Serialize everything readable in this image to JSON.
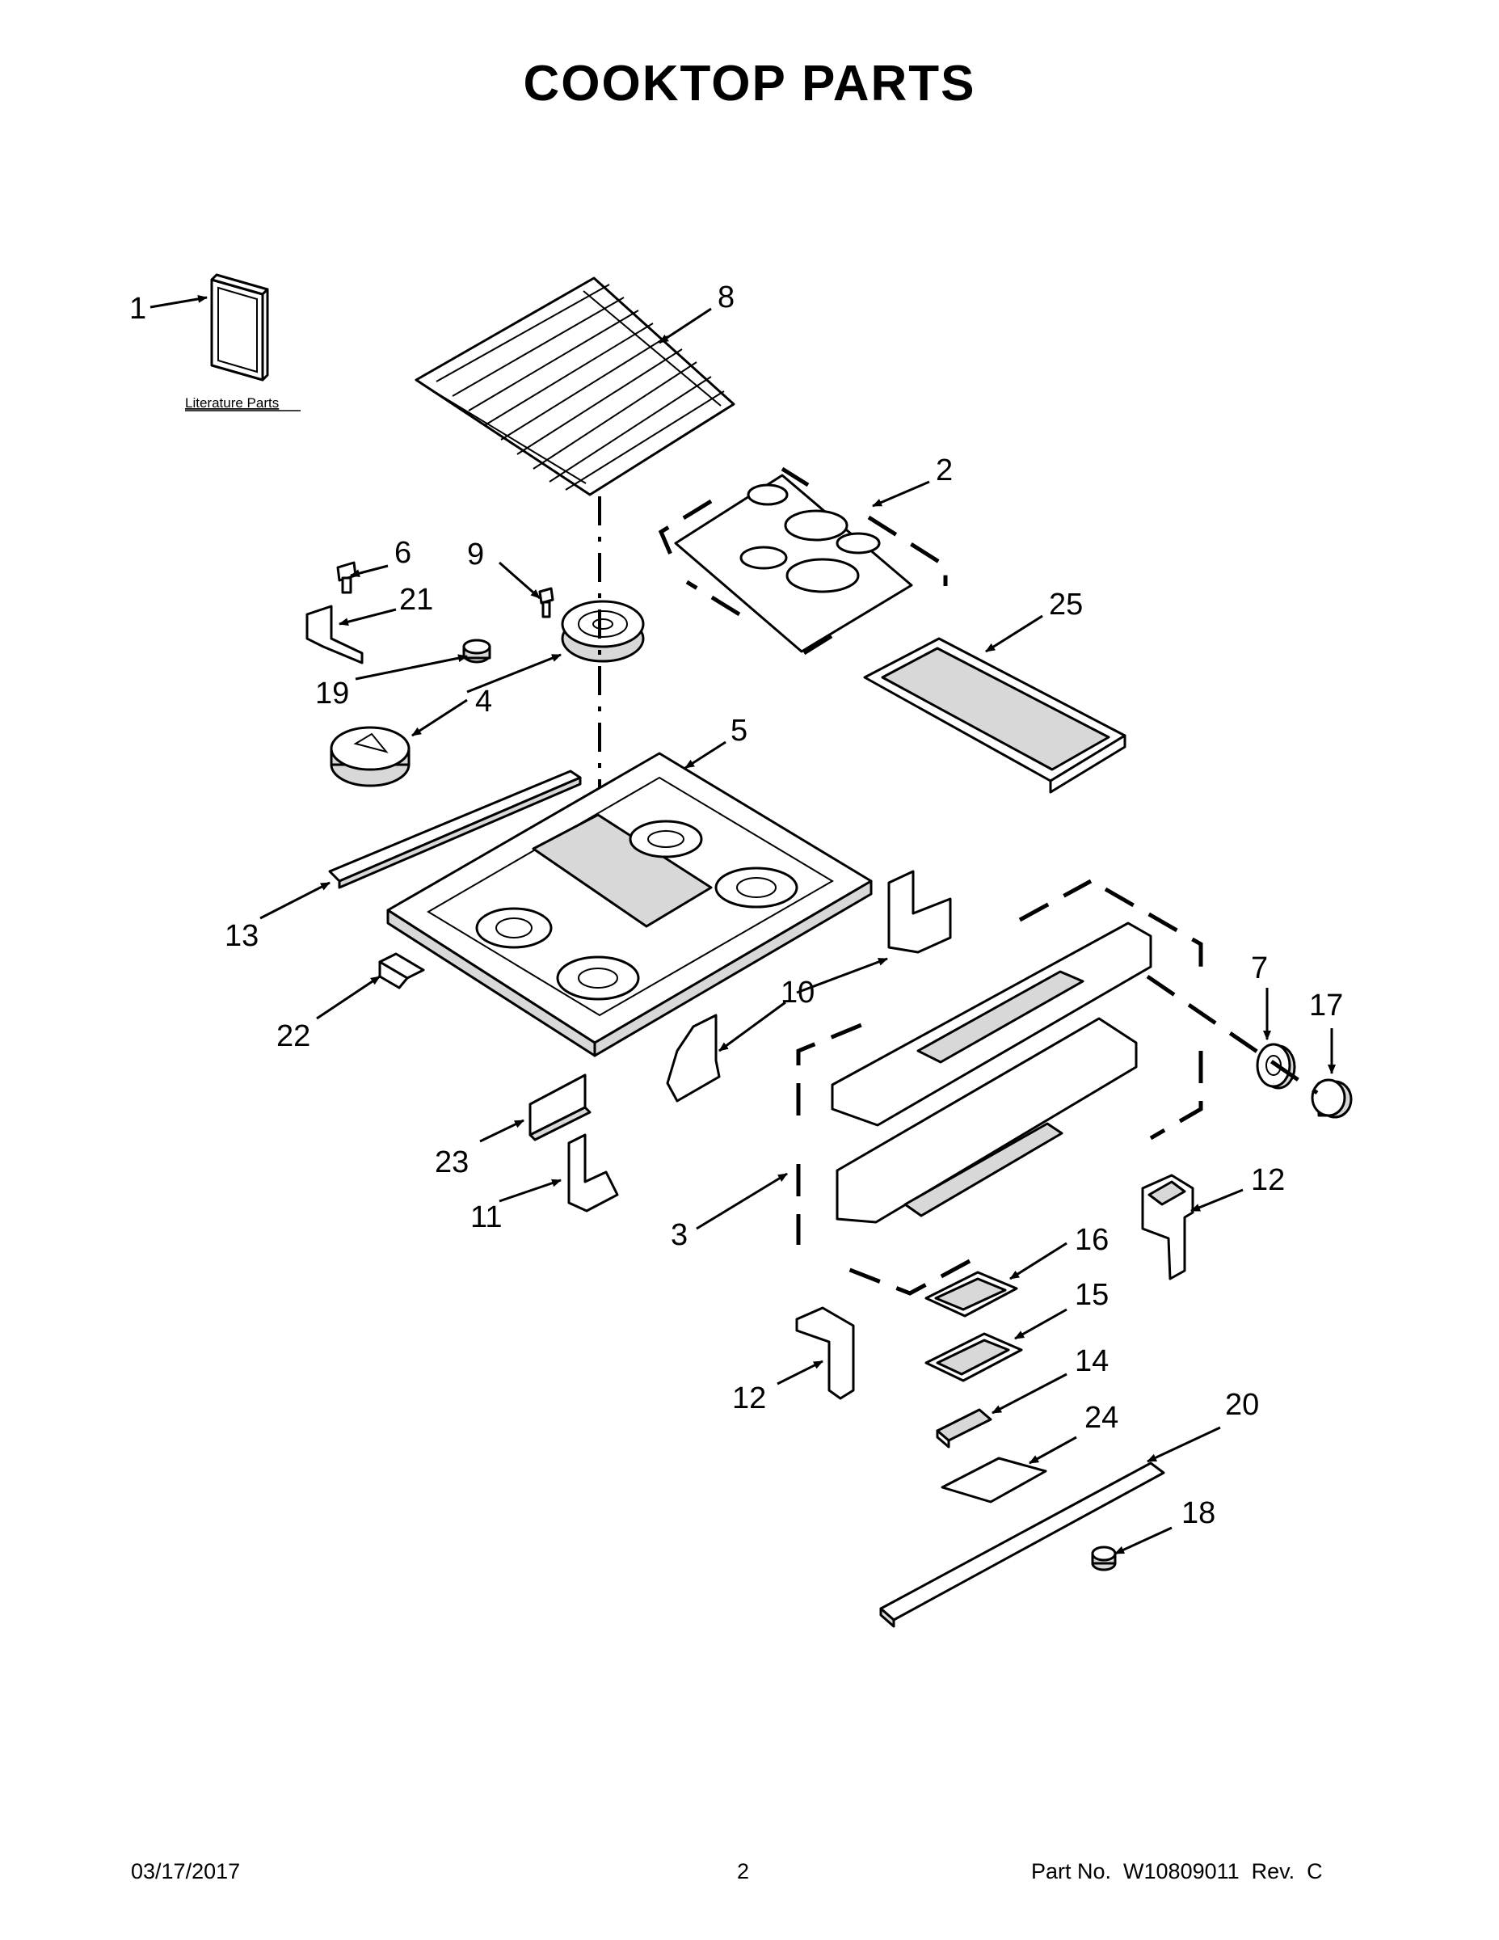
{
  "title": "COOKTOP PARTS",
  "literature_label": "Literature Parts",
  "callouts": {
    "c1": "1",
    "c2": "2",
    "c3": "3",
    "c4a": "4",
    "c4b": "4",
    "c5": "5",
    "c6": "6",
    "c7": "7",
    "c8": "8",
    "c9": "9",
    "c10": "10",
    "c11": "11",
    "c12a": "12",
    "c12b": "12",
    "c13": "13",
    "c14": "14",
    "c15": "15",
    "c16": "16",
    "c17": "17",
    "c18": "18",
    "c19": "19",
    "c20": "20",
    "c21": "21",
    "c22": "22",
    "c23": "23",
    "c24": "24",
    "c25": "25"
  },
  "footer": {
    "date": "03/17/2017",
    "page": "2",
    "part_no": "Part No.  W10809011  Rev.  C"
  }
}
